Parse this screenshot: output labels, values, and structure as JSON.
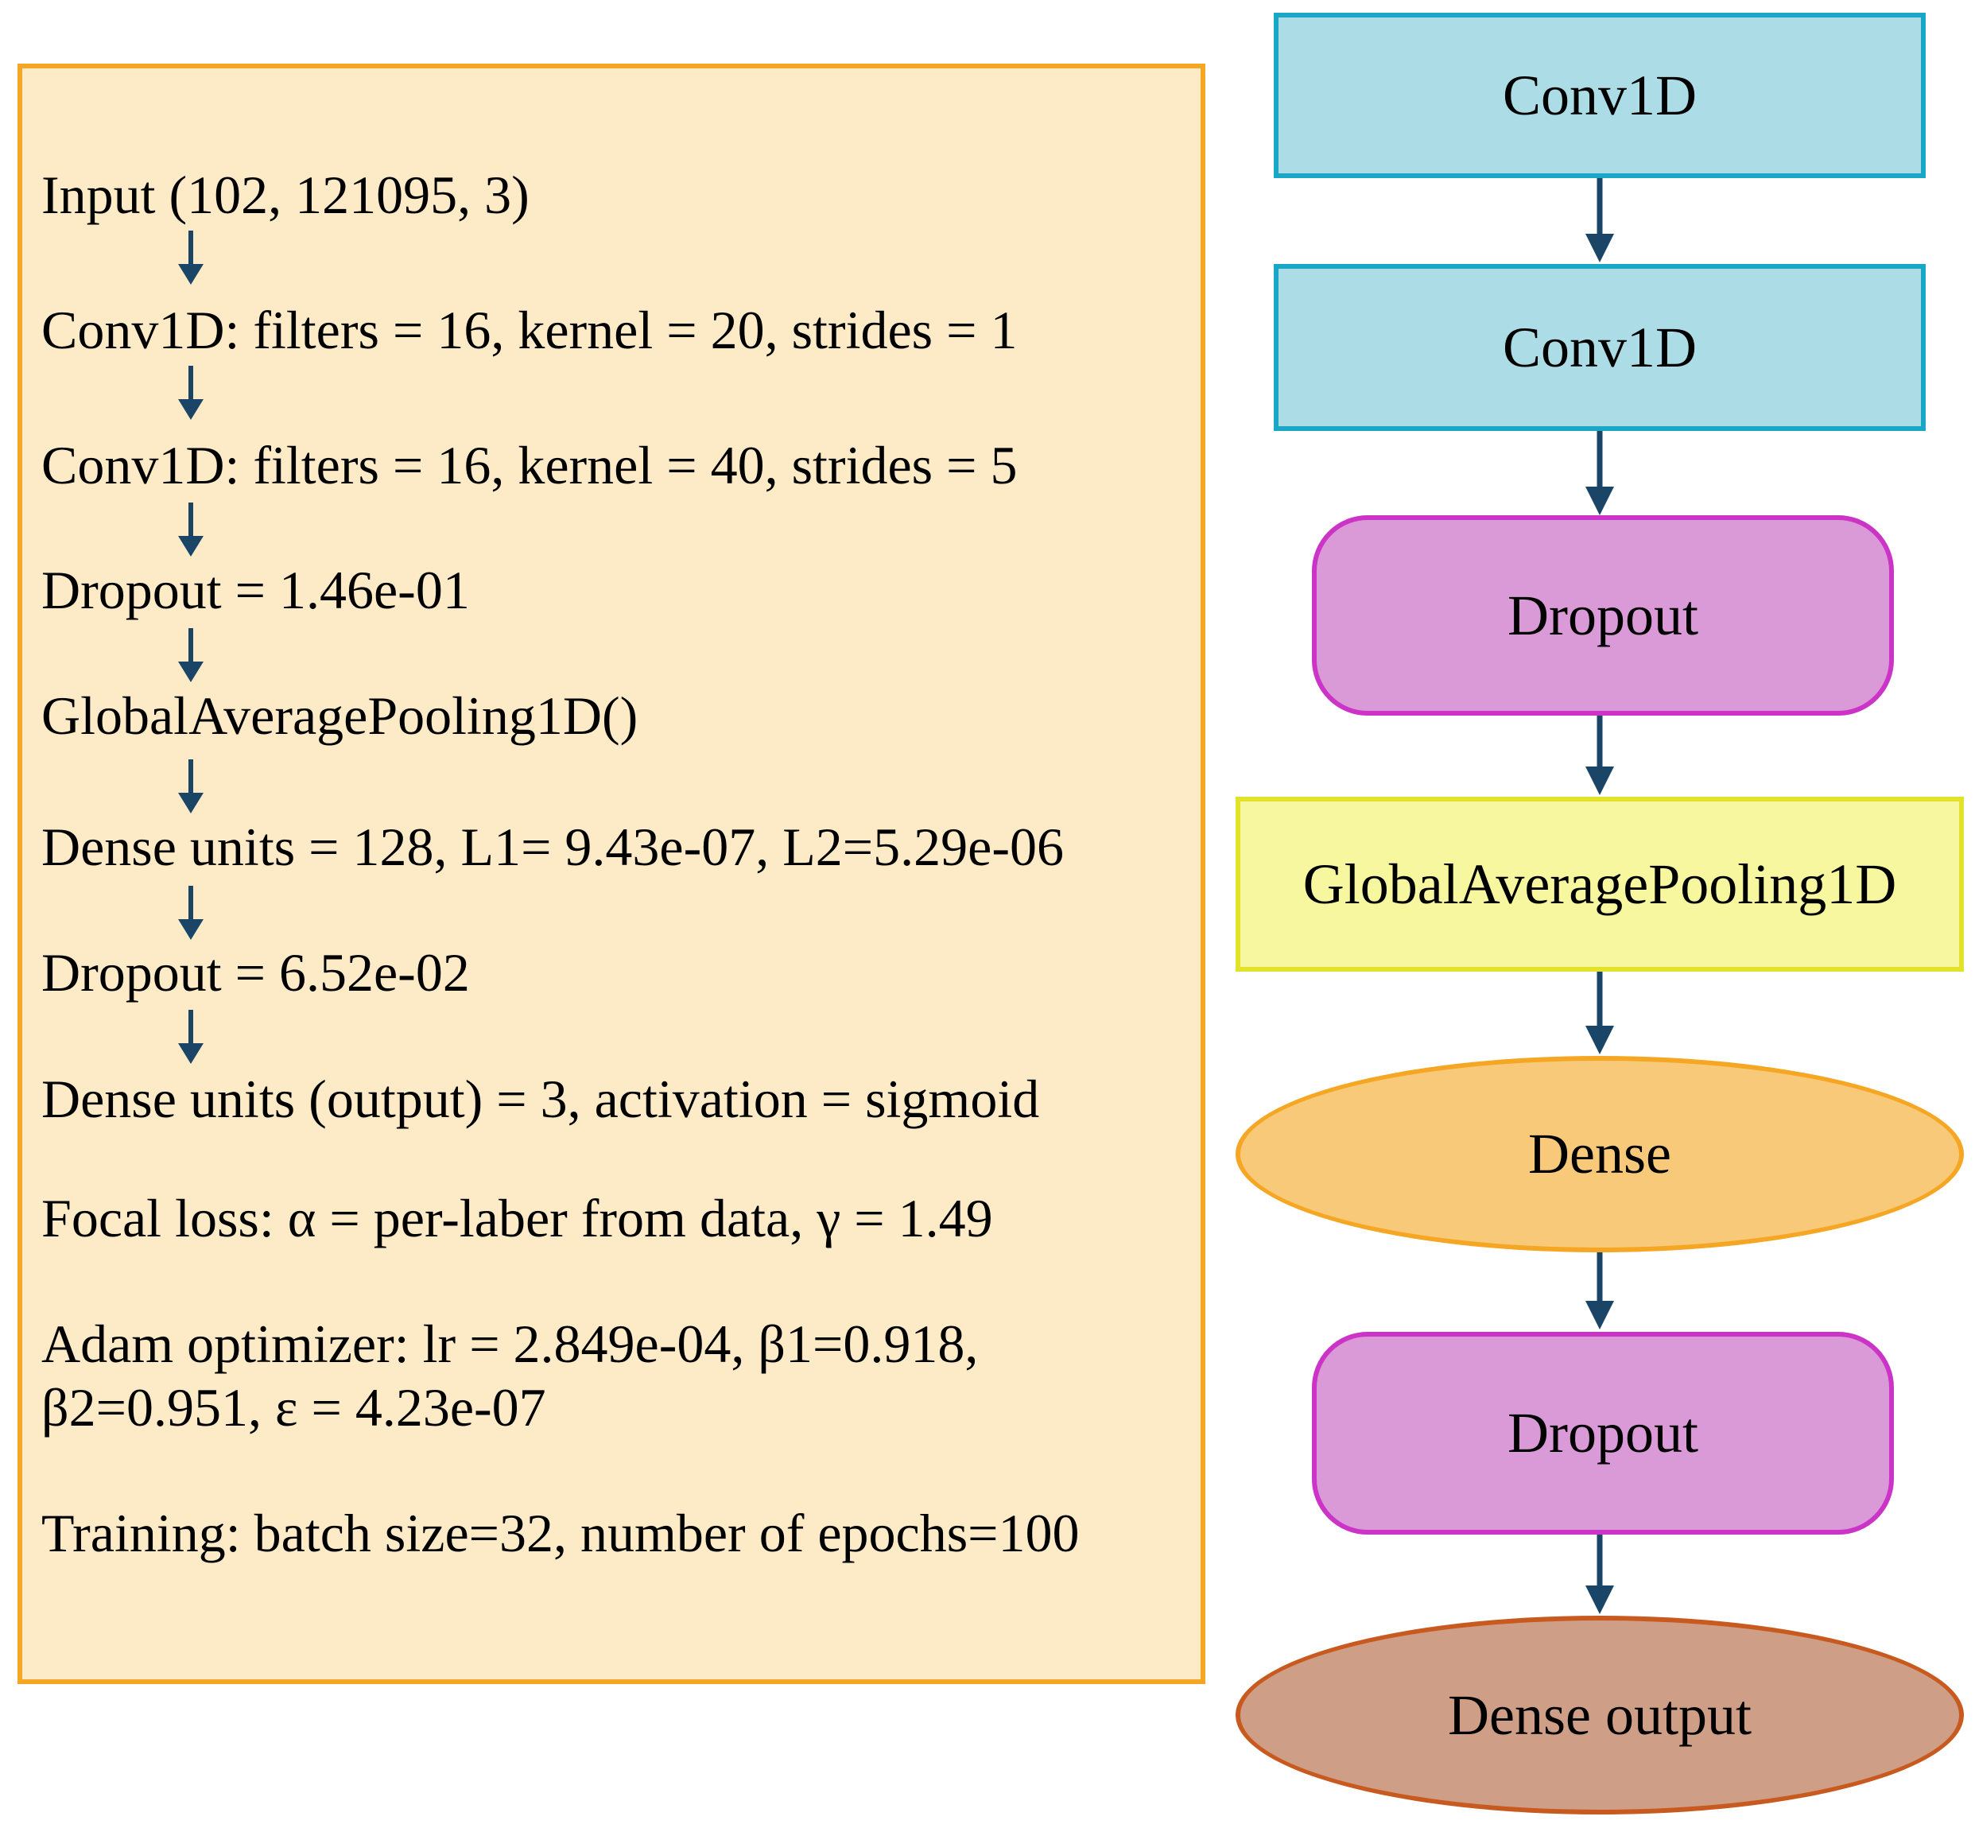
{
  "spec": {
    "input": "Input (102, 121095, 3)",
    "conv1": "Conv1D: filters = 16, kernel = 20, strides = 1",
    "conv2": "Conv1D: filters = 16, kernel = 40, strides = 5",
    "dropout1": "Dropout = 1.46e-01",
    "gap": "GlobalAveragePooling1D()",
    "dense": "Dense units = 128, L1= 9.43e-07, L2=5.29e-06",
    "dropout2": "Dropout = 6.52e-02",
    "dense_out": "Dense units (output) = 3, activation = sigmoid",
    "focal_loss": "Focal loss: α = per-laber from data, γ = 1.49",
    "adam_line1": "Adam optimizer: lr = 2.849e-04, β1=0.918,",
    "adam_line2": "β2=0.951, ε = 4.23e-07",
    "training": "Training: batch size=32, number of epochs=100"
  },
  "flow": {
    "conv1": "Conv1D",
    "conv2": "Conv1D",
    "dropout1": "Dropout",
    "gap": "GlobalAveragePooling1D",
    "dense": "Dense",
    "dropout2": "Dropout",
    "dense_out": "Dense output"
  },
  "colors": {
    "panel_fill": "#fdebc8",
    "panel_border": "#f5a623",
    "arrow": "#1b4566",
    "conv_fill": "#acdde7",
    "conv_border": "#1aa6c5",
    "dropout_fill": "#da9ad7",
    "dropout_border": "#cc33c7",
    "gap_fill": "#f7f7a0",
    "gap_border": "#e2e22a",
    "dense_fill": "#f9c97a",
    "dense_border": "#f5a623",
    "dense_output_fill": "#cf9e86",
    "dense_output_border": "#c85a20"
  }
}
